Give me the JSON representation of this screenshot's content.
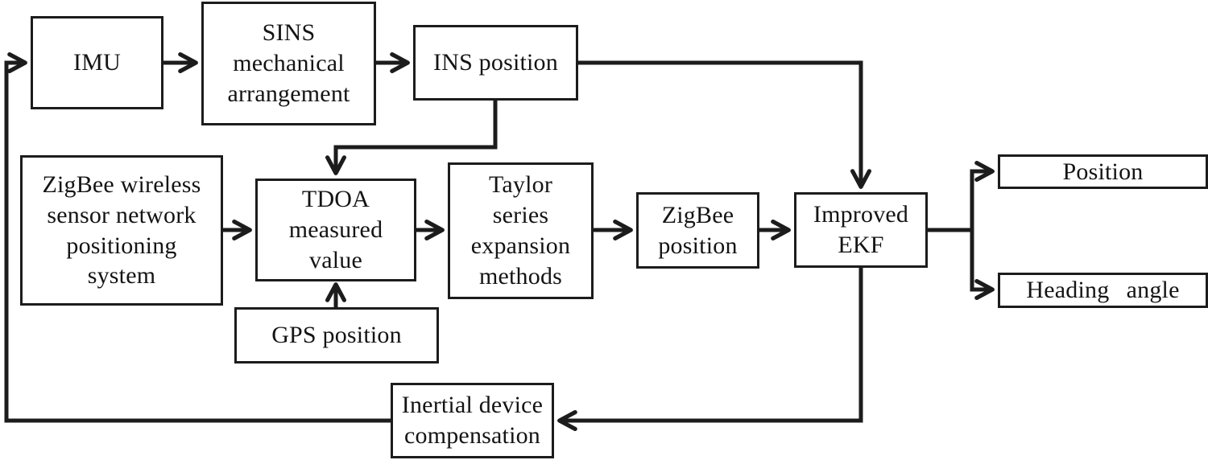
{
  "colors": {
    "line": "#1c1c1c",
    "text": "#141414",
    "background": "#ffffff"
  },
  "diagram": {
    "nodes": {
      "imu": {
        "label": "IMU"
      },
      "sins": {
        "label": "SINS\nmechanical\narrangement"
      },
      "ins_position": {
        "label": "INS position"
      },
      "zigbee_system": {
        "label": "ZigBee wireless\nsensor network\npositioning\nsystem"
      },
      "tdoa": {
        "label": "TDOA\nmeasured\nvalue"
      },
      "taylor": {
        "label": "Taylor\nseries\nexpansion\nmethods"
      },
      "zigbee_position": {
        "label": "ZigBee\nposition"
      },
      "improved_ekf": {
        "label": "Improved\nEKF"
      },
      "gps": {
        "label": "GPS position"
      },
      "position_out": {
        "label": "Position"
      },
      "heading_out": {
        "label": "Heading angle"
      },
      "inertial": {
        "label": "Inertial device\ncompensation"
      }
    },
    "edges": [
      {
        "from": "imu",
        "to": "sins"
      },
      {
        "from": "sins",
        "to": "ins_position"
      },
      {
        "from": "ins_position",
        "to": "improved_ekf"
      },
      {
        "from": "ins_position",
        "to": "tdoa"
      },
      {
        "from": "zigbee_system",
        "to": "tdoa"
      },
      {
        "from": "tdoa",
        "to": "taylor"
      },
      {
        "from": "taylor",
        "to": "zigbee_position"
      },
      {
        "from": "zigbee_position",
        "to": "improved_ekf"
      },
      {
        "from": "gps",
        "to": "tdoa"
      },
      {
        "from": "improved_ekf",
        "to": "position_out"
      },
      {
        "from": "improved_ekf",
        "to": "heading_out"
      },
      {
        "from": "improved_ekf",
        "to": "inertial"
      },
      {
        "from": "inertial",
        "to": "imu"
      }
    ]
  }
}
